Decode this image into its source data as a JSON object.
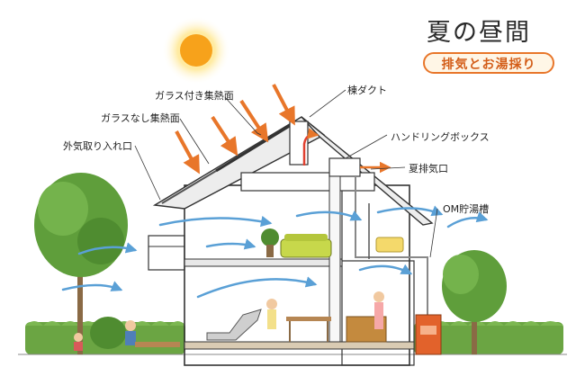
{
  "title": "夏の昼間",
  "badge": "排気とお湯採り",
  "labels": {
    "glass_collector": "ガラス付き集熱面",
    "noglass_collector": "ガラスなし集熱面",
    "air_intake": "外気取り入れ口",
    "ridge_duct": "棟ダクト",
    "handling_box": "ハンドリングボックス",
    "summer_exhaust": "夏排気口",
    "om_tank": "OM貯湯槽"
  },
  "colors": {
    "sun": "#f7a21b",
    "arrow_heat": "#e8762a",
    "air_flow": "#5aa0d6",
    "tree": "#5f9e3b",
    "badge": "#e8762a",
    "tank": "#e2622b"
  }
}
